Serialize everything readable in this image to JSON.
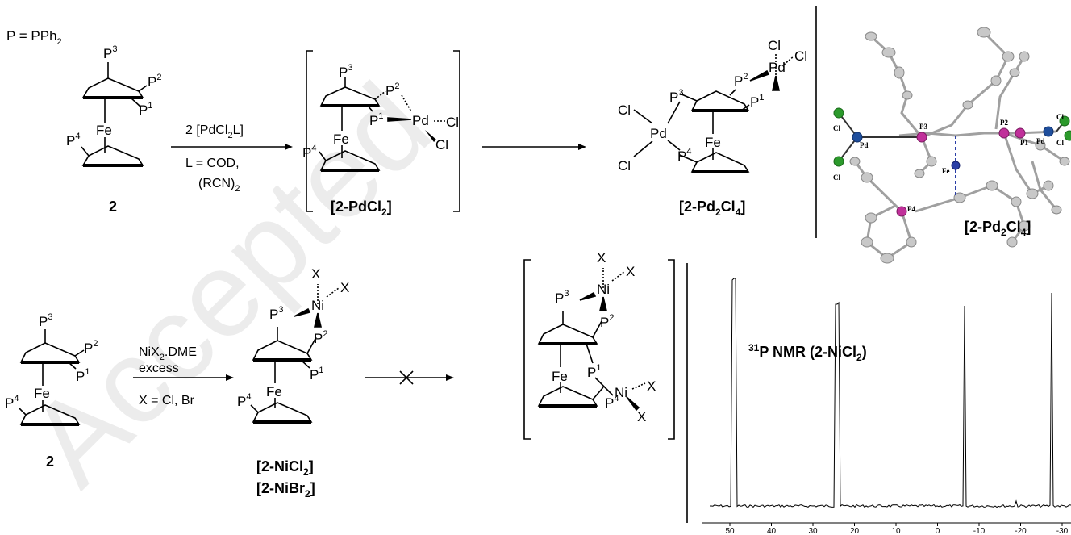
{
  "legend": {
    "p_def_main": "P = PPh",
    "p_def_sub": "2"
  },
  "labels": {
    "P": "P",
    "one": "1",
    "two": "2",
    "three": "3",
    "four": "4",
    "Fe": "Fe",
    "Pd": "Pd",
    "Cl": "Cl",
    "Ni": "Ni",
    "X": "X"
  },
  "compounds": {
    "c2": "2",
    "pdcl2": {
      "main": "[2-PdCl",
      "sub1": "2",
      "end": "]"
    },
    "pd2cl4": {
      "main": "[2-Pd",
      "sub1": "2",
      "mid": "Cl",
      "sub2": "4",
      "end": "]"
    },
    "nicl2": {
      "main": "[2-NiCl",
      "sub1": "2",
      "end": "]"
    },
    "nibr2": {
      "main": "[2-NiBr",
      "sub1": "2",
      "end": "]"
    }
  },
  "reagents": {
    "pd_top": "2 [PdCl",
    "pd_top_sub": "2",
    "pd_top_end": "L]",
    "pd_l1": "L = COD,",
    "pd_l2_open": "(RCN)",
    "pd_l2_sub": "2",
    "ni_1_main": "NiX",
    "ni_1_sub": "2",
    "ni_1_end": ".DME",
    "ni_2": "excess",
    "ni_3": "X = Cl, Br"
  },
  "nmr": {
    "title_sup": "31",
    "title_main": "P NMR (2-NiCl",
    "title_sub": "2",
    "title_end": ")",
    "ticks": [
      "50",
      "40",
      "30",
      "20",
      "10",
      "0",
      "-10",
      "-20",
      "-30"
    ]
  },
  "xray": {
    "Pd": "Pd",
    "Cl": "Cl",
    "Fe": "Fe",
    "P1": "P1",
    "P2": "P2",
    "P3": "P3",
    "P4": "P4"
  },
  "watermark": "Accepted",
  "colors": {
    "phosphorus": "#c0309a",
    "palladium": "#1f4e9c",
    "chlorine": "#2c9a2c",
    "iron": "#2a3ea6",
    "carbon": "#a8a8a8"
  }
}
